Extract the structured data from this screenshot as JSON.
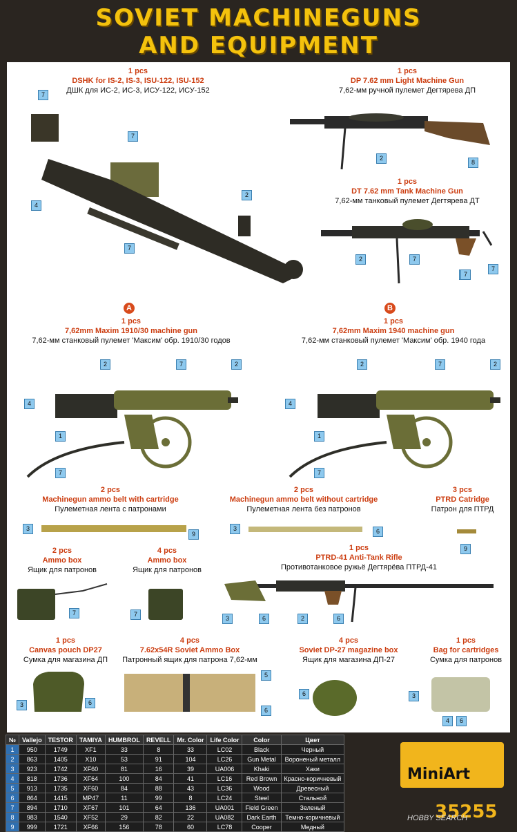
{
  "header": {
    "line1": "SOVIET MACHINEGUNS",
    "line2": "AND EQUIPMENT"
  },
  "items": {
    "dshk": {
      "qty": "1 pcs",
      "en": "DSHK for IS-2, IS-3,  ISU-122,  ISU-152",
      "ru": "ДШК для ИС-2, ИС-3, ИСУ-122, ИСУ-152"
    },
    "dp": {
      "qty": "1 pcs",
      "en": "DP 7.62 mm Light Machine Gun",
      "ru": "7,62-мм ручной пулемет Дегтярева ДП"
    },
    "dt": {
      "qty": "1 pcs",
      "en": "DT 7.62 mm Tank Machine Gun",
      "ru": "7,62-мм танковый пулемет Дегтярева ДТ"
    },
    "maxim30": {
      "badge": "A",
      "qty": "1 pcs",
      "en": "7,62mm Maxim 1910/30 machine gun",
      "ru": "7,62-мм станковый пулемет 'Максим' обр. 1910/30 годов"
    },
    "maxim40": {
      "badge": "B",
      "qty": "1 pcs",
      "en": "7,62mm Maxim 1940 machine gun",
      "ru": "7,62-мм станковый пулемет 'Максим' обр. 1940 года"
    },
    "belt_with": {
      "qty": "2 pcs",
      "en": "Machinegun ammo belt with cartridge",
      "ru": "Пулеметная лента с патронами"
    },
    "belt_without": {
      "qty": "2 pcs",
      "en": "Machinegun ammo belt  without cartridge",
      "ru": "Пулеметная лента без патронов"
    },
    "ptrd_cart": {
      "qty": "3 pcs",
      "en": "PTRD Catridge",
      "ru": "Патрон для ПТРД"
    },
    "ammobox2": {
      "qty": "2 pcs",
      "en": "Ammo box",
      "ru": "Ящик для патронов"
    },
    "ammobox4": {
      "qty": "4 pcs",
      "en": "Ammo box",
      "ru": "Ящик для патронов"
    },
    "ptrd41": {
      "qty": "1 pcs",
      "en": "PTRD-41 Anti-Tank Rifle",
      "ru": "Противотанковое ружьё Дегтярёва ПТРД-41"
    },
    "pouch": {
      "qty": "1 pcs",
      "en": "Canvas pouch DP27",
      "ru": "Сумка для магазина ДП"
    },
    "soviet_box": {
      "qty": "4 pcs",
      "en": "7.62x54R Soviet Ammo Box",
      "ru": "Патронный ящик для патрона 7,62-мм"
    },
    "magbox": {
      "qty": "4 pcs",
      "en": "Soviet DP-27 magazine box",
      "ru": "Ящик для магазина ДП-27"
    },
    "bag": {
      "qty": "1 pcs",
      "en": "Bag for cartridges",
      "ru": "Сумка для патронов"
    }
  },
  "markers": {
    "dshk": [
      "7",
      "7",
      "4",
      "2",
      "7"
    ],
    "dp": [
      "2",
      "8"
    ],
    "dt": [
      "2",
      "7",
      "7",
      "4",
      "7"
    ],
    "maxim30": [
      "2",
      "7",
      "2",
      "4",
      "1",
      "7"
    ],
    "maxim40": [
      "2",
      "7",
      "2",
      "4",
      "1",
      "7"
    ],
    "belt_with": [
      "3",
      "9"
    ],
    "belt_without": [
      "3",
      "6"
    ],
    "ptrd_cart": [
      "9"
    ],
    "ammobox2": [
      "7"
    ],
    "ammobox4": [
      "7"
    ],
    "ptrd41": [
      "3",
      "6",
      "2",
      "6"
    ],
    "pouch": [
      "3",
      "6"
    ],
    "soviet_box": [
      "5",
      "6"
    ],
    "magbox": [
      "6"
    ],
    "bag": [
      "3",
      "4",
      "6"
    ]
  },
  "paint_table": {
    "headers": [
      "№",
      "Vallejo",
      "TESTOR",
      "TAMIYA",
      "HUMBROL",
      "REVELL",
      "Mr. Color",
      "Life Color",
      "Color",
      "Цвет"
    ],
    "rows": [
      [
        "1",
        "950",
        "1749",
        "XF1",
        "33",
        "8",
        "33",
        "LC02",
        "Black",
        "Черный"
      ],
      [
        "2",
        "863",
        "1405",
        "X10",
        "53",
        "91",
        "104",
        "LC26",
        "Gun Metal",
        "Вороненый металл"
      ],
      [
        "3",
        "923",
        "1742",
        "XF60",
        "81",
        "16",
        "39",
        "UA006",
        "Khaki",
        "Хаки"
      ],
      [
        "4",
        "818",
        "1736",
        "XF64",
        "100",
        "84",
        "41",
        "LC16",
        "Red Brown",
        "Красно-коричневый"
      ],
      [
        "5",
        "913",
        "1735",
        "XF60",
        "84",
        "88",
        "43",
        "LC36",
        "Wood",
        "Древесный"
      ],
      [
        "6",
        "864",
        "1415",
        "MP47",
        "11",
        "99",
        "8",
        "LC24",
        "Steel",
        "Стальной"
      ],
      [
        "7",
        "894",
        "1710",
        "XF67",
        "101",
        "64",
        "136",
        "UA001",
        "Field Green",
        "Зеленый"
      ],
      [
        "8",
        "983",
        "1540",
        "XF52",
        "29",
        "82",
        "22",
        "UA082",
        "Dark Earth",
        "Темно-коричневый"
      ],
      [
        "9",
        "999",
        "1721",
        "XF66",
        "156",
        "78",
        "60",
        "LC78",
        "Cooper",
        "Медный"
      ]
    ]
  },
  "logo": {
    "name": "MiniArt"
  },
  "product_code": "35255",
  "watermark": "HOBBY SEARCH",
  "colors": {
    "title": "#f4c20d",
    "accent_text": "#cc3d10",
    "marker": "#8ec9ee",
    "olive": "#5f6a2c",
    "gunmetal": "#2f2f2f"
  }
}
